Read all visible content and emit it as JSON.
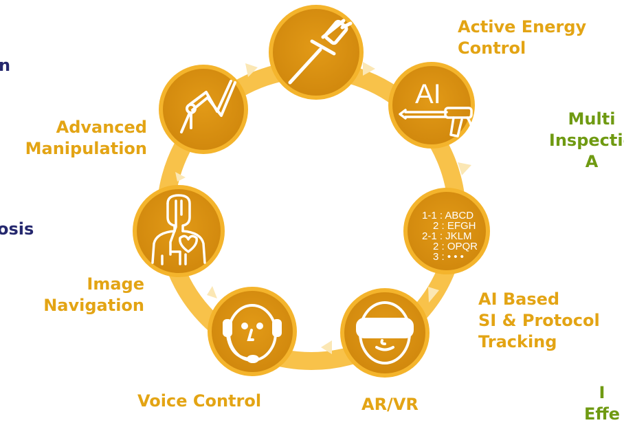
{
  "nodes": [
    {
      "id": "top-instrument",
      "icon": "surgical-instrument-icon"
    },
    {
      "id": "active-energy-control",
      "icon": "ai-energy-device-icon",
      "icon_text": "AI"
    },
    {
      "id": "ai-based-si-protocol",
      "icon": "protocol-list-icon",
      "list": [
        "1-1 : ABCD",
        "2 : EFGH",
        "2-1 : JKLM",
        "2 : OPQR",
        "3 : • • •"
      ]
    },
    {
      "id": "ar-vr",
      "icon": "vr-headset-icon"
    },
    {
      "id": "voice-control",
      "icon": "headset-face-icon"
    },
    {
      "id": "image-navigation",
      "icon": "body-anatomy-icon"
    },
    {
      "id": "advanced-manipulation",
      "icon": "robotic-arm-icon"
    }
  ],
  "labels": {
    "active_energy": [
      "Active Energy",
      "Control"
    ],
    "multi_inspection": [
      "Multi",
      "Inspectio",
      "A"
    ],
    "advanced_manipulation": [
      "Advanced",
      "Manipulation"
    ],
    "image_navigation": [
      "Image",
      "Navigation"
    ],
    "voice_control": [
      "Voice Control"
    ],
    "ar_vr": [
      "AR/VR"
    ],
    "ai_based": [
      "AI Based",
      "SI & Protocol",
      "Tracking"
    ],
    "cut_top_left": [
      "n"
    ],
    "cut_left": [
      "osis"
    ],
    "cut_bottom_right": [
      "I",
      "Effe"
    ]
  },
  "colors": {
    "ring": "#f8c24a",
    "node": "#d8900f",
    "node_rim": "#f4b42c",
    "label_gold": "#e3a414",
    "label_green": "#6f9a12",
    "label_navy": "#25286e"
  }
}
